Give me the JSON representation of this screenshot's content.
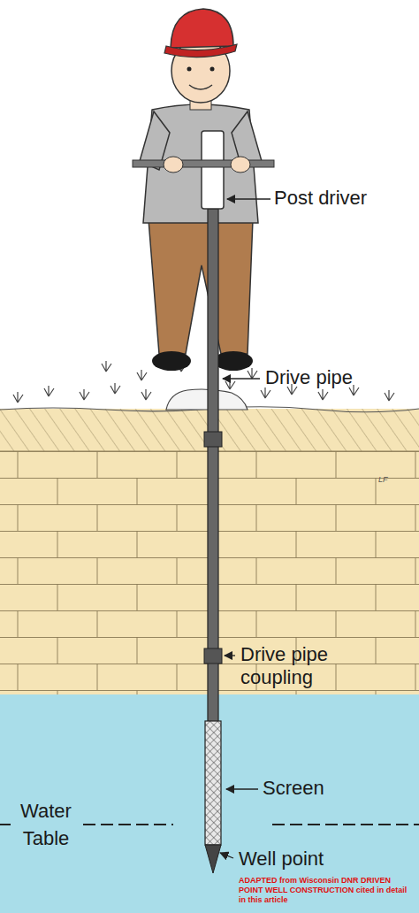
{
  "diagram": {
    "labels": [
      "Post driver",
      "Drive pipe",
      "Drive pipe coupling",
      "Screen",
      "Water Table",
      "Well point",
      "ADAPTED from Wisconsin DNR DRIVEN POINT WELL CONSTRUCTION cited in detail in this article",
      "LF"
    ]
  }
}
